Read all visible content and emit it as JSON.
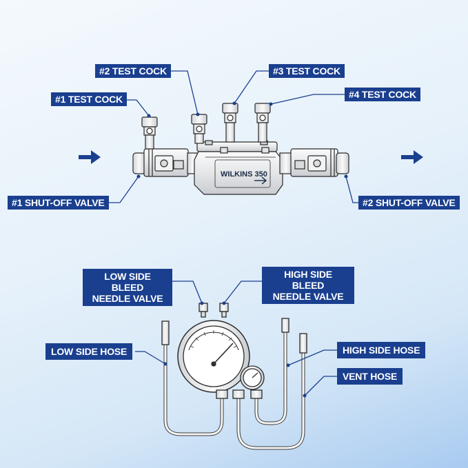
{
  "labels": {
    "test_cock_1": "#1  TEST COCK",
    "test_cock_2": "#2  TEST COCK",
    "test_cock_3": "#3  TEST COCK",
    "test_cock_4": "#4  TEST COCK",
    "shutoff_1": "#1  SHUT-OFF VALVE",
    "shutoff_2": "#2  SHUT-OFF VALVE",
    "low_bleed_line1": "LOW SIDE BLEED",
    "low_bleed_line2": "NEEDLE VALVE",
    "high_bleed_line1": "HIGH SIDE BLEED",
    "high_bleed_line2": "NEEDLE VALVE",
    "low_hose": "LOW SIDE HOSE",
    "high_hose": "HIGH SIDE HOSE",
    "vent_hose": "VENT HOSE"
  },
  "device": {
    "brand": "WILKINS 350"
  },
  "colors": {
    "label_bg": "#1a3f8f",
    "label_text": "#ffffff",
    "line": "#1a3f8f",
    "arrow": "#1a3f8f"
  },
  "icons": {
    "flow_in": "arrow-right",
    "flow_out": "arrow-right",
    "body_arrow": "arrow-right"
  }
}
